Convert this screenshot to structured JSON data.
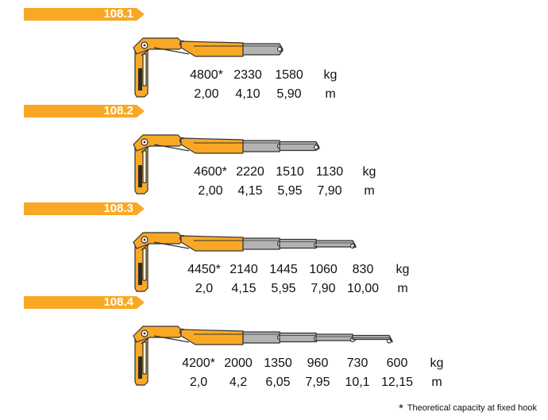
{
  "colors": {
    "accent": "#f9a825",
    "boom_yellow": "#f9a825",
    "boom_grey": "#b3b3b3",
    "outline": "#333333"
  },
  "models": [
    {
      "label": "108.1",
      "extensions": 1,
      "capacity": [
        "4800*",
        "2330",
        "1580"
      ],
      "capacity_unit": "kg",
      "reach": [
        "2,00",
        "4,10",
        "5,90"
      ],
      "reach_unit": "m"
    },
    {
      "label": "108.2",
      "extensions": 2,
      "capacity": [
        "4600*",
        "2220",
        "1510",
        "1130"
      ],
      "capacity_unit": "kg",
      "reach": [
        "2,00",
        "4,15",
        "5,95",
        "7,90"
      ],
      "reach_unit": "m"
    },
    {
      "label": "108.3",
      "extensions": 3,
      "capacity": [
        "4450*",
        "2140",
        "1445",
        "1060",
        "830"
      ],
      "capacity_unit": "kg",
      "reach": [
        "2,0",
        "4,15",
        "5,95",
        "7,90",
        "10,00"
      ],
      "reach_unit": "m"
    },
    {
      "label": "108.4",
      "extensions": 4,
      "capacity": [
        "4200*",
        "2000",
        "1350",
        "960",
        "730",
        "600"
      ],
      "capacity_unit": "kg",
      "reach": [
        "2,0",
        "4,2",
        "6,05",
        "7,95",
        "10,1",
        "12,15"
      ],
      "reach_unit": "m"
    }
  ],
  "footnote": {
    "symbol": "*",
    "text": "Theoretical capacity at fixed hook"
  }
}
